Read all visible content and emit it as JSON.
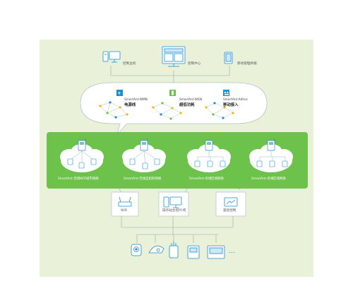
{
  "top": {
    "host_label": "控制主机",
    "center_label": "控制中心",
    "mobile_label": "移动管理终端"
  },
  "networks": [
    {
      "name": "SmartAnt-WMN",
      "desc": "电源线"
    },
    {
      "name": "SmartAnt-WSN",
      "desc": "超低功耗"
    },
    {
      "name": "SmartAnt-Adhoc",
      "desc": "移动接入"
    }
  ],
  "cloud_labels": [
    "SmartAnt-无线WiFi城市网络",
    "SmartAnt-无线自组织网络",
    "SmartAnt-有线区域网络",
    "SmartAnt-有线区域网络"
  ],
  "bottom_boxes": {
    "wifi": "WiFi",
    "pc": "操作站主控PC机",
    "remote": "遥控控制"
  },
  "ellipsis": "…",
  "colors": {
    "background_panel": "#e9f2d8",
    "green_band": "#6cc24a",
    "accent_blue": "#1b8fd6",
    "line_gray": "#9aa5ab"
  }
}
